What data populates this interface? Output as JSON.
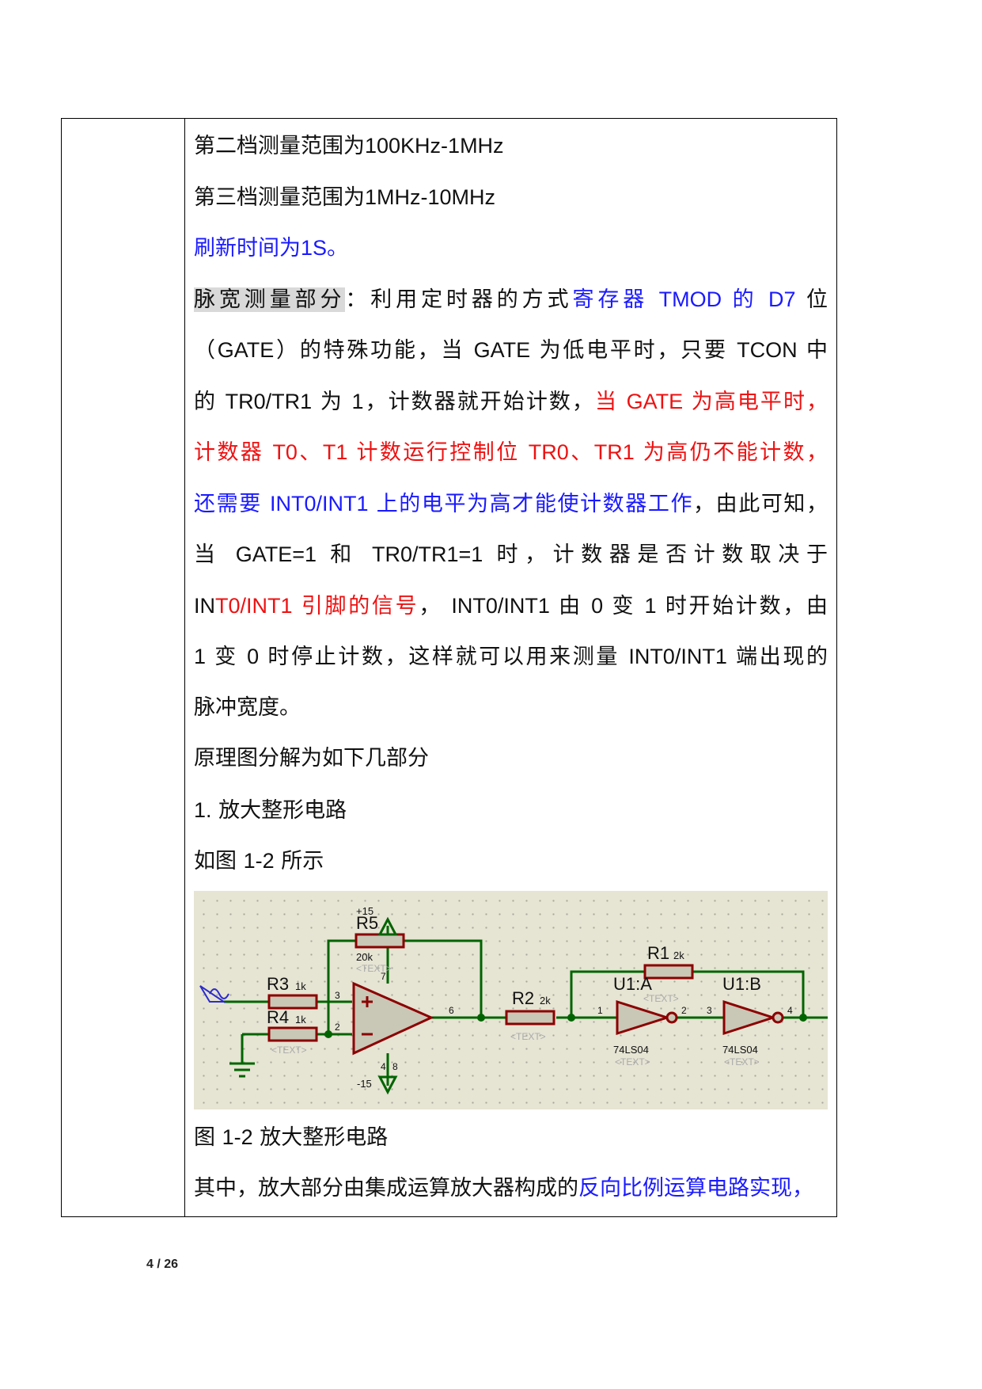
{
  "lines": {
    "l1": {
      "a": "第二档测量范围为",
      "b": "100KHz-1MHz"
    },
    "l2": {
      "a": "第三档测量范围为",
      "b": "1MHz-10MHz"
    },
    "l3": {
      "a": "刷新时间为",
      "b": "1S",
      "c": "。"
    },
    "l4": {
      "hl": "脉宽测量部分",
      "a": "：利用定时器的方式",
      "b": "寄存器",
      "c": "TMOD",
      "d": "的",
      "e": "D7",
      "f": "位"
    },
    "l5": {
      "a": "（",
      "b": "GATE",
      "c": "）的特殊功能，当",
      "d": "GATE",
      "e": "为低电平时，只要",
      "f": "TCON",
      "g": "中"
    },
    "l6": {
      "a": "的",
      "b": "TR0/TR1",
      "c": "为",
      "d": "1",
      "e": "，计数器就开始计数，",
      "f": "当",
      "g": "GATE",
      "h": "为高电平时，"
    },
    "l7": {
      "a": "计数器",
      "b": "T0",
      "c": "、",
      "d": "T1",
      "e": "计数运行控制位",
      "f": "TR0",
      "g": "、",
      "h": "TR1",
      "i": "为高仍不能计数，"
    },
    "l8": {
      "a": "还需要",
      "b": "INT0/INT1",
      "c": "上的电平为高才能使计数器工作",
      "d": "，由此可知，"
    },
    "l9": {
      "a": "当",
      "b": "GATE=1",
      "c": "和",
      "d": "TR0/TR1=1",
      "e": "时，计数器是否计数取决于"
    },
    "l10": {
      "a": "IN",
      "b": "T0/INT1",
      "c": "引脚的信号",
      "d": "，",
      "e": "INT0/INT1",
      "f": "由",
      "g": "0",
      "h": "变",
      "i": "1",
      "j": "时开始计数，由"
    },
    "l11": {
      "a": "1",
      "b": "变",
      "c": "0",
      "d": "时停止计数，这样就可以用来测量",
      "e": "INT0/INT1",
      "f": "端出现的"
    },
    "l12": {
      "a": "脉冲宽度。"
    },
    "l13": {
      "a": "原理图分解为如下几部分"
    },
    "l14": {
      "a": "1.",
      "b": "放大整形电路"
    },
    "l15": {
      "a": "如图",
      "b": "1-2",
      "c": "所示"
    },
    "caption": {
      "a": "图",
      "b": "1-2",
      "c": "放大整形电路"
    },
    "l16": {
      "a": "其中，放大部分由集成运算放大器构成的",
      "b": "反向比例运算电路实现，"
    }
  },
  "circuit": {
    "r5": "R5",
    "r5_val": "20k",
    "r3": "R3",
    "r3_val": "1k",
    "r4": "R4",
    "r4_val": "1k",
    "r2": "R2",
    "r2_val": "2k",
    "r1": "R1",
    "r1_val": "2k",
    "u1a": "U1:A",
    "u1b": "U1:B",
    "chip_a": "74LS04",
    "chip_b": "74LS04",
    "vpos": "+15",
    "vneg": "-15",
    "text_tag": "<TEXT>",
    "pin3": "3",
    "pin2": "2",
    "pin6": "6",
    "pin7": "7",
    "pin4": "4",
    "pin8": "8",
    "ia1": "1",
    "ia2": "2",
    "ib3": "3",
    "ib4": "4"
  },
  "page_number": "4 / 26",
  "colors": {
    "blue": "#1a1aff",
    "red": "#ee1111",
    "wire": "#006400",
    "part": "#8b0000",
    "fig_bg": "#e6e4d3"
  }
}
